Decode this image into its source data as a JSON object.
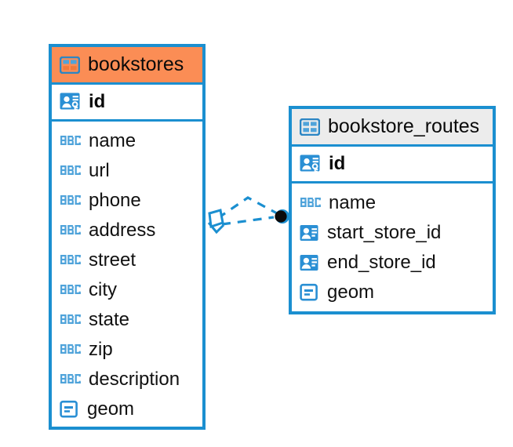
{
  "diagram": {
    "type": "entity-relationship-diagram",
    "background_color": "#ffffff",
    "accent_blue": "#1B8FD0",
    "accent_orange": "#FB8D55",
    "header_gray": "#ECECEC"
  },
  "entities": [
    {
      "name": "bookstores",
      "table_icon": "table-icon",
      "header_color": "#FB8D55",
      "primary_key": {
        "label": "id",
        "icon": "primary-key-icon"
      },
      "fields": [
        {
          "label": "name",
          "icon": "text-abc-icon"
        },
        {
          "label": "url",
          "icon": "text-abc-icon"
        },
        {
          "label": "phone",
          "icon": "text-abc-icon"
        },
        {
          "label": "address",
          "icon": "text-abc-icon"
        },
        {
          "label": "street",
          "icon": "text-abc-icon"
        },
        {
          "label": "city",
          "icon": "text-abc-icon"
        },
        {
          "label": "state",
          "icon": "text-abc-icon"
        },
        {
          "label": "zip",
          "icon": "text-abc-icon"
        },
        {
          "label": "description",
          "icon": "text-abc-icon"
        },
        {
          "label": "geom",
          "icon": "geometry-icon"
        }
      ]
    },
    {
      "name": "bookstore_routes",
      "table_icon": "table-icon",
      "header_color": "#ECECEC",
      "primary_key": {
        "label": "id",
        "icon": "primary-key-icon"
      },
      "fields": [
        {
          "label": "name",
          "icon": "text-abc-icon"
        },
        {
          "label": "start_store_id",
          "icon": "foreign-key-icon"
        },
        {
          "label": "end_store_id",
          "icon": "foreign-key-icon"
        },
        {
          "label": "geom",
          "icon": "geometry-icon"
        }
      ]
    }
  ],
  "relationship": {
    "from_entity": "bookstores",
    "to_entity": "bookstore_routes",
    "from_marker": "crows-foot-diamond-marker",
    "to_marker": "filled-circle-marker",
    "line_style": "dashed",
    "line_color": "#1B8FD0"
  }
}
